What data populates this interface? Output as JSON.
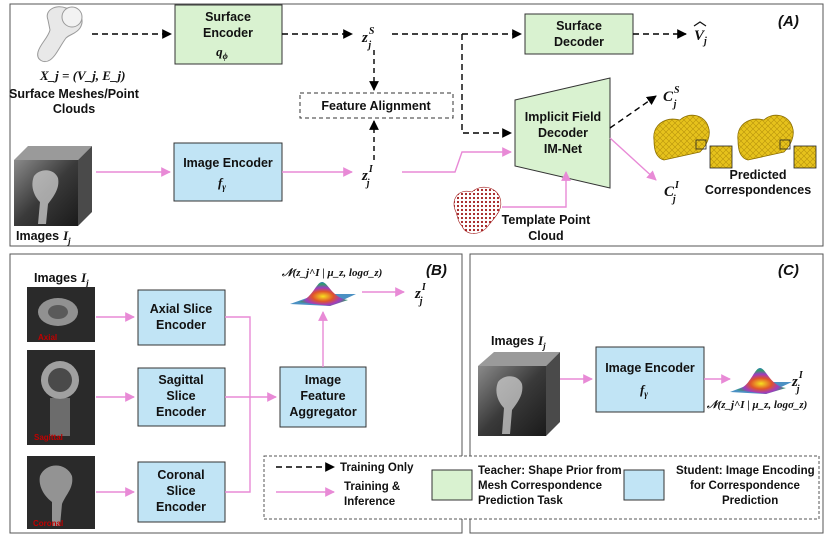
{
  "panelA": {
    "tag": "(A)",
    "surface_encoder": {
      "line1": "Surface",
      "line2": "Encoder",
      "param": "q",
      "param_sub": "ϕ"
    },
    "surface_decoder": {
      "line1": "Surface",
      "line2": "Decoder"
    },
    "latent_surface": {
      "base": "z",
      "sub": "j",
      "sup": "S"
    },
    "latent_image": {
      "base": "z",
      "sub": "j",
      "sup": "I"
    },
    "decoder_output": {
      "base": "V",
      "sub": "j"
    },
    "mesh_formula": "X_j = (V_j, E_j)",
    "mesh_caption": [
      "Surface Meshes/Point",
      "Clouds"
    ],
    "feature_alignment": "Feature Alignment",
    "image_encoder": {
      "line1": "Image Encoder",
      "param": "f",
      "param_sub": "γ"
    },
    "images_label": {
      "text": "Images",
      "base": "I",
      "sub": "j"
    },
    "implicit_decoder": [
      "Implicit Field",
      "Decoder",
      "IM-Net"
    ],
    "output_surface": {
      "base": "C",
      "sub": "j",
      "sup": "S"
    },
    "output_image": {
      "base": "C",
      "sub": "j",
      "sup": "I"
    },
    "predicted_caption": [
      "Predicted",
      "Correspondences"
    ],
    "template_caption": [
      "Template Point",
      "Cloud"
    ]
  },
  "panelB": {
    "tag": "(B)",
    "images_label": {
      "text": "Images",
      "base": "I",
      "sub": "j"
    },
    "axial_encoder": [
      "Axial Slice",
      "Encoder"
    ],
    "sagittal_encoder": [
      "Sagittal",
      "Slice",
      "Encoder"
    ],
    "coronal_encoder": [
      "Coronal",
      "Slice",
      "Encoder"
    ],
    "aggregator": [
      "Image",
      "Feature",
      "Aggregator"
    ],
    "slice_labels": [
      "Axial",
      "Sagittal",
      "Coronal"
    ],
    "gaussian_label": "𝒩(z_j^I | μ_z, logσ_z)",
    "latent": {
      "base": "z",
      "sub": "j",
      "sup": "I"
    }
  },
  "panelC": {
    "tag": "(C)",
    "images_label": {
      "text": "Images",
      "base": "I",
      "sub": "j"
    },
    "image_encoder": {
      "line1": "Image Encoder",
      "param": "f",
      "param_sub": "γ"
    },
    "latent": {
      "base": "z",
      "sub": "j",
      "sup": "I"
    },
    "gaussian_label": "𝒩(z_j^I | μ_z, logσ_z)"
  },
  "legend": {
    "training_only": "Training Only",
    "training_inference": [
      "Training &",
      "Inference"
    ],
    "teacher": [
      "Teacher: Shape Prior from",
      "Mesh Correspondence",
      "Prediction Task"
    ],
    "student": [
      "Student: Image Encoding",
      "for Correspondence",
      "Prediction"
    ]
  },
  "colors": {
    "teacher_fill": "#d9f2d0",
    "student_fill": "#c1e4f5",
    "pink_arrow": "#e88ad6",
    "dashed_arrow": "#000000"
  }
}
